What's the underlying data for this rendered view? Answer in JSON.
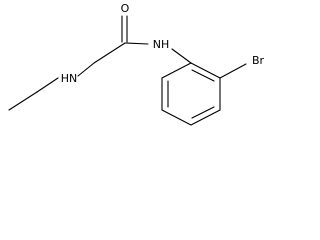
{
  "molecule": {
    "atom_labels": {
      "oxygen": "O",
      "amide_nh": "NH",
      "amine_nh": "HN",
      "bromine": "Br"
    },
    "colors": {
      "bond": "#000000",
      "label": "#000000",
      "background": "#ffffff"
    }
  }
}
